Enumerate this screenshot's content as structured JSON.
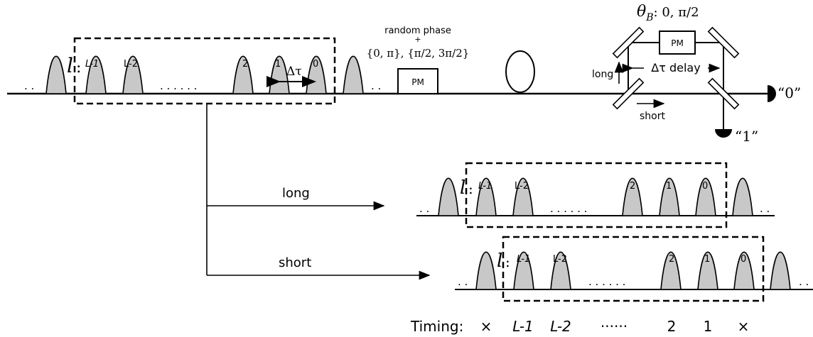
{
  "top": {
    "lead_dots": ". .",
    "l_label": "l",
    "l_colon": ":",
    "pulse_labels": [
      "L-1",
      "L-2",
      "2",
      "1",
      "0"
    ],
    "middle_dots": ". . . . . .",
    "trail_dots": ". .",
    "delta_tau": "Δτ"
  },
  "alice": {
    "random_phase": "random phase",
    "plus": "+",
    "phase_set": "{0, π}, {π/2, 3π/2}",
    "pm_label": "PM"
  },
  "bob": {
    "theta_label": "θ",
    "theta_sub": "B",
    "theta_values": ": 0, π/2",
    "pm_label": "PM",
    "long_label": "long",
    "short_label": "short",
    "delay_label": "Δτ delay",
    "detector0": "“0”",
    "detector1": "“1”"
  },
  "long_branch": {
    "label": "long",
    "lead_dots": ". .",
    "l_label": "l",
    "l_colon": ":",
    "pulse_labels": [
      "L-1",
      "L-2",
      "2",
      "1",
      "0"
    ],
    "middle_dots": ". . . . . .",
    "trail_dots": ". ."
  },
  "short_branch": {
    "label": "short",
    "lead_dots": ". .",
    "l_label": "l",
    "l_colon": ":",
    "pulse_labels": [
      "L-1",
      "L-2",
      "2",
      "1",
      "0"
    ],
    "middle_dots": ". . . . . .",
    "trail_dots": ". ."
  },
  "timing": {
    "label": "Timing:",
    "slots": [
      "×",
      "L-1",
      "L-2",
      "······",
      "2",
      "1",
      "×"
    ]
  },
  "colors": {
    "pulse_fill": "#c8c8c8",
    "line": "#000000"
  }
}
